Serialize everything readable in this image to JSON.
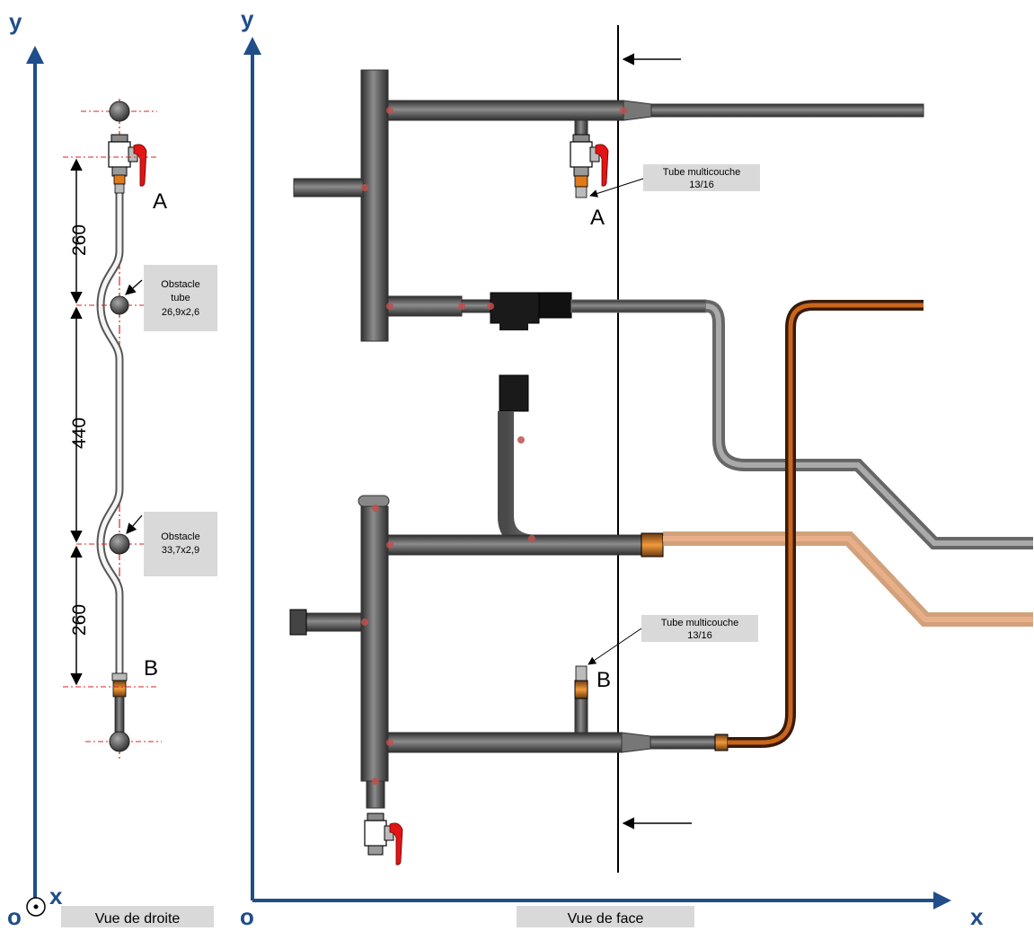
{
  "axes": {
    "left": {
      "y": "y",
      "x": "x",
      "origin": "o"
    },
    "right": {
      "y": "y",
      "x": "x",
      "origin": "o"
    }
  },
  "views": {
    "right_view": "Vue de droite",
    "front_view": "Vue de face"
  },
  "dimensions": [
    "260",
    "440",
    "260"
  ],
  "points": {
    "a": "A",
    "b": "B"
  },
  "notes": {
    "obstacle1": [
      "Obstacle",
      "tube",
      "26,9x2,6"
    ],
    "obstacle2": [
      "Obstacle",
      "33,7x2,9"
    ],
    "tube_a": [
      "Tube multicouche",
      "13/16"
    ],
    "tube_b": [
      "Tube multicouche",
      "13/16"
    ]
  },
  "colors": {
    "axis": "#1f4e8a",
    "pipe_dark": "#4a4a4a",
    "pipe_light": "#9a9a9a",
    "valve_handle": "#e31414",
    "brass": "#e07a1a",
    "copper": "#b75a1a",
    "weld": "#c0504d",
    "center_line": "#e02020",
    "note_bg": "#d9d9d9"
  }
}
